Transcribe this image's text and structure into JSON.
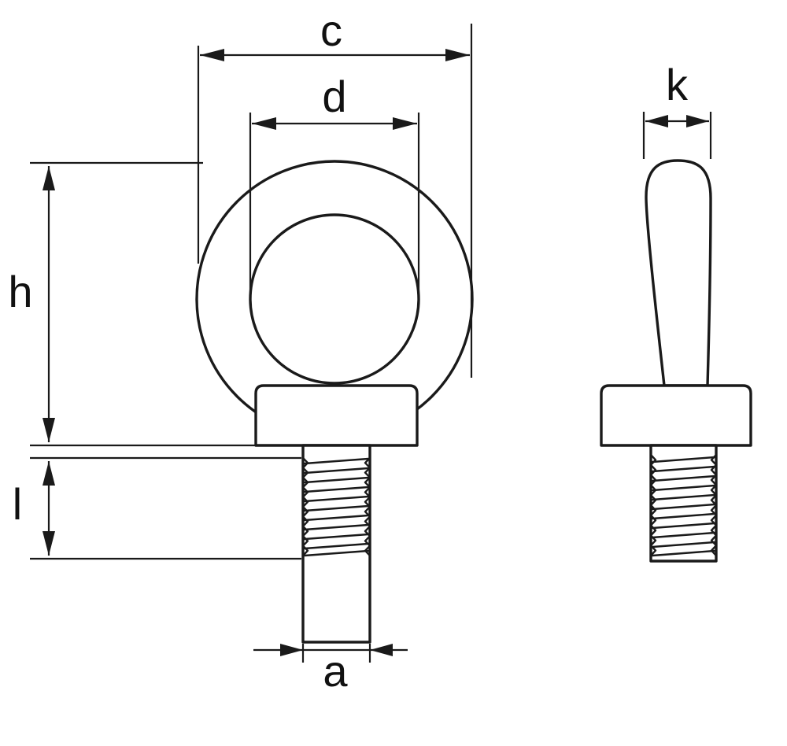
{
  "diagram": {
    "background_color": "#ffffff",
    "line_color": "#1a1a1a",
    "labels": {
      "c": "c",
      "d": "d",
      "h": "h",
      "l": "l",
      "a": "a",
      "k": "k"
    }
  }
}
